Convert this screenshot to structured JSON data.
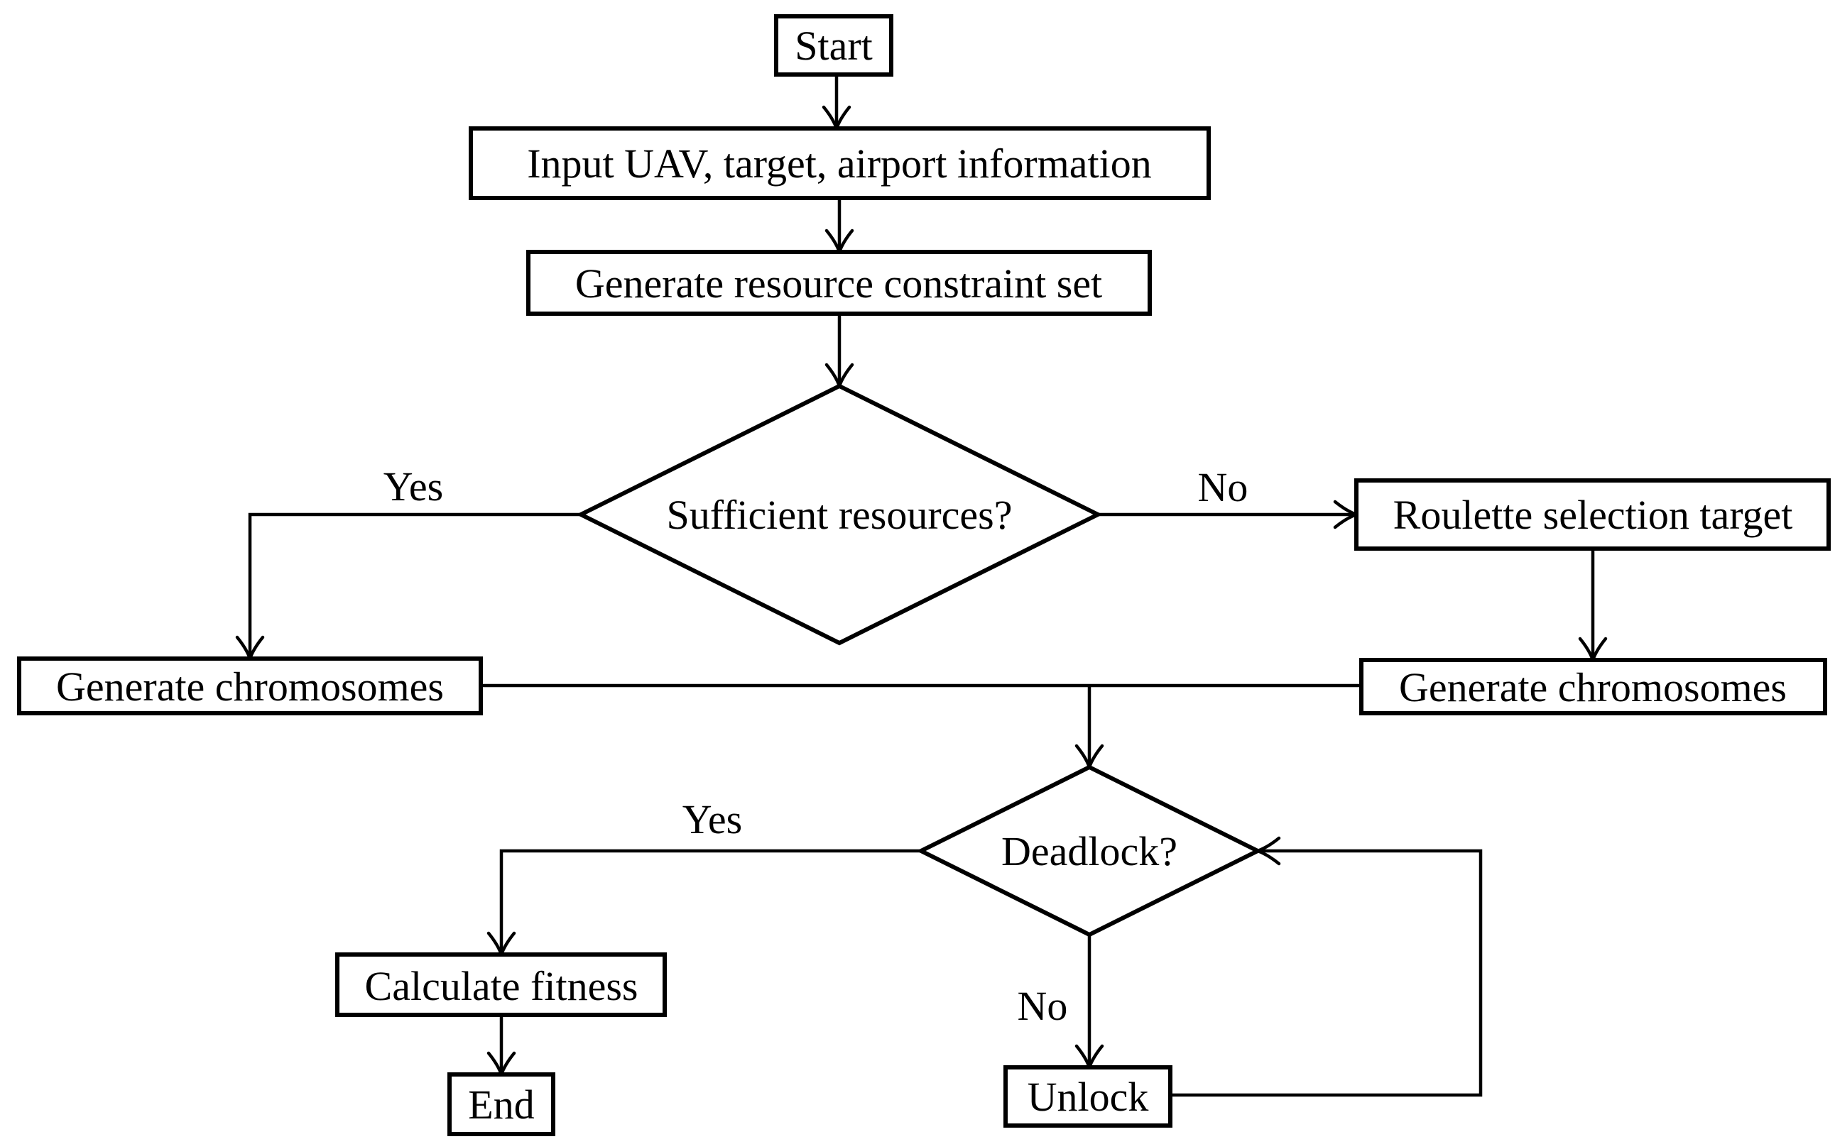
{
  "colors": {
    "ink": "#000000",
    "paper": "#ffffff"
  },
  "flowchart": {
    "nodes": {
      "start": {
        "label": "Start",
        "shape": "rect"
      },
      "input_info": {
        "label": "Input UAV, target, airport information",
        "shape": "rect"
      },
      "resource_set": {
        "label": "Generate resource constraint set",
        "shape": "rect"
      },
      "sufficient": {
        "label": "Sufficient resources?",
        "shape": "diamond"
      },
      "roulette": {
        "label": "Roulette selection target",
        "shape": "rect"
      },
      "gen_chrom_left": {
        "label": "Generate chromosomes",
        "shape": "rect"
      },
      "gen_chrom_right": {
        "label": "Generate chromosomes",
        "shape": "rect"
      },
      "deadlock": {
        "label": "Deadlock?",
        "shape": "diamond"
      },
      "calc_fitness": {
        "label": "Calculate fitness",
        "shape": "rect"
      },
      "end": {
        "label": "End",
        "shape": "rect"
      },
      "unlock": {
        "label": "Unlock",
        "shape": "rect"
      }
    },
    "edge_labels": {
      "sufficient_yes": "Yes",
      "sufficient_no": "No",
      "deadlock_yes": "Yes",
      "deadlock_no": "No"
    },
    "edges": [
      {
        "from": "start",
        "to": "input_info"
      },
      {
        "from": "input_info",
        "to": "resource_set"
      },
      {
        "from": "resource_set",
        "to": "sufficient"
      },
      {
        "from": "sufficient",
        "to": "gen_chrom_left",
        "label": "Yes"
      },
      {
        "from": "sufficient",
        "to": "roulette",
        "label": "No"
      },
      {
        "from": "roulette",
        "to": "gen_chrom_right"
      },
      {
        "from": "gen_chrom_left",
        "to": "gen_chrom_right"
      },
      {
        "from": "gen_chrom_left",
        "to": "deadlock"
      },
      {
        "from": "deadlock",
        "to": "calc_fitness",
        "label": "Yes"
      },
      {
        "from": "calc_fitness",
        "to": "end"
      },
      {
        "from": "deadlock",
        "to": "unlock",
        "label": "No"
      },
      {
        "from": "unlock",
        "to": "deadlock"
      }
    ]
  }
}
